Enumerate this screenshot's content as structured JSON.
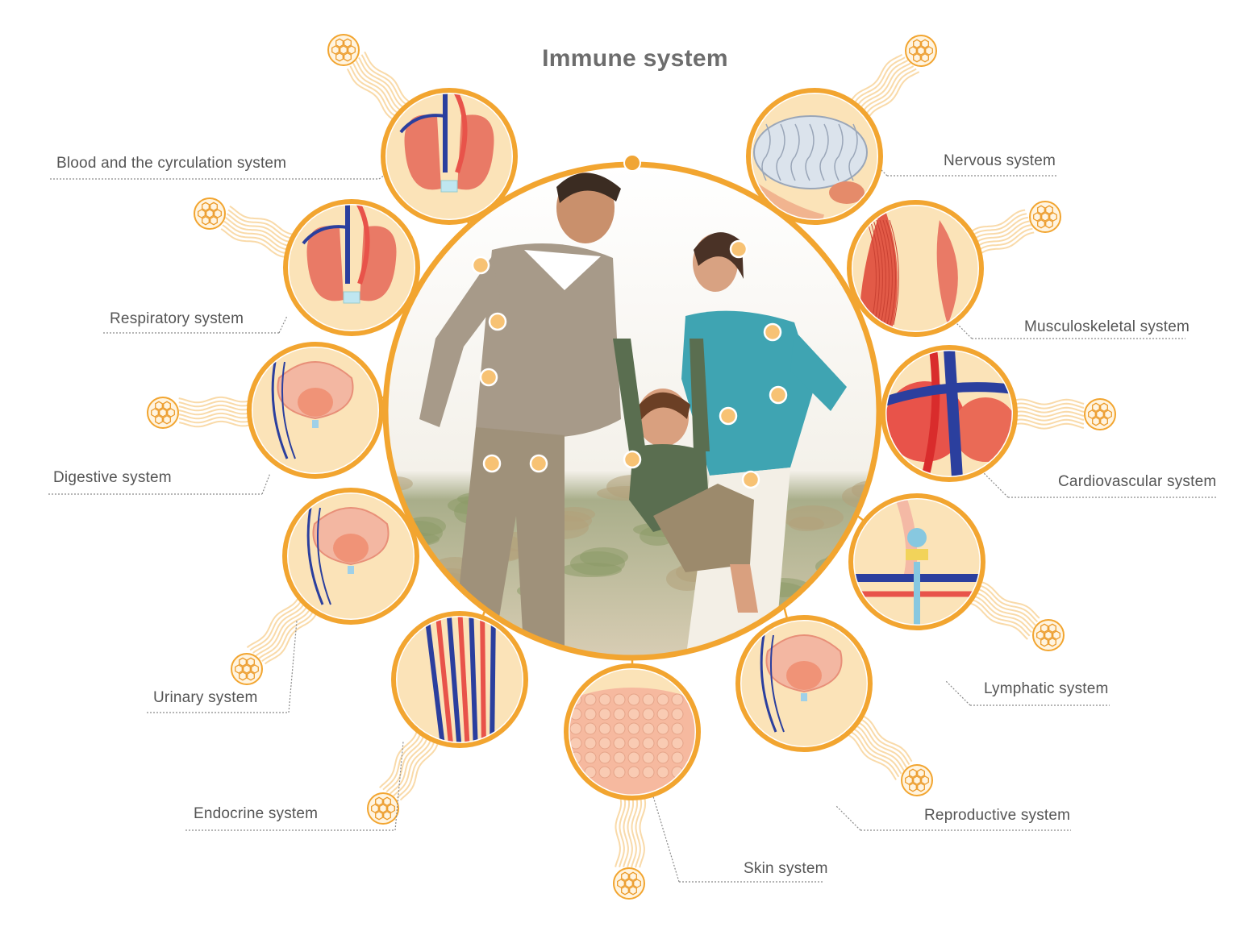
{
  "title": "Immune system",
  "colors": {
    "ring": "#f2a530",
    "ring_dot": "#f0a535",
    "skin_tone": "#fbe3b8",
    "organ_red": "#e8534a",
    "vein_blue": "#2b3f9e",
    "label_text": "#555555"
  },
  "systems": [
    {
      "label": "Blood and the cyrculation system",
      "icon": "heart-lungs-vessels"
    },
    {
      "label": "Respiratory system",
      "icon": "lungs"
    },
    {
      "label": "Digestive system",
      "icon": "intestines"
    },
    {
      "label": "Urinary system",
      "icon": "bladder"
    },
    {
      "label": "Endocrine system",
      "icon": "blood-vessels"
    },
    {
      "label": "Skin system",
      "icon": "skin-cells"
    },
    {
      "label": "Reproductive system",
      "icon": "pelvis"
    },
    {
      "label": "Lymphatic system",
      "icon": "thymus"
    },
    {
      "label": "Cardiovascular system",
      "icon": "heart"
    },
    {
      "label": "Musculoskeletal system",
      "icon": "muscle"
    },
    {
      "label": "Nervous system",
      "icon": "brain"
    }
  ],
  "photo": {
    "subject": "family-swinging-child-on-beach"
  }
}
